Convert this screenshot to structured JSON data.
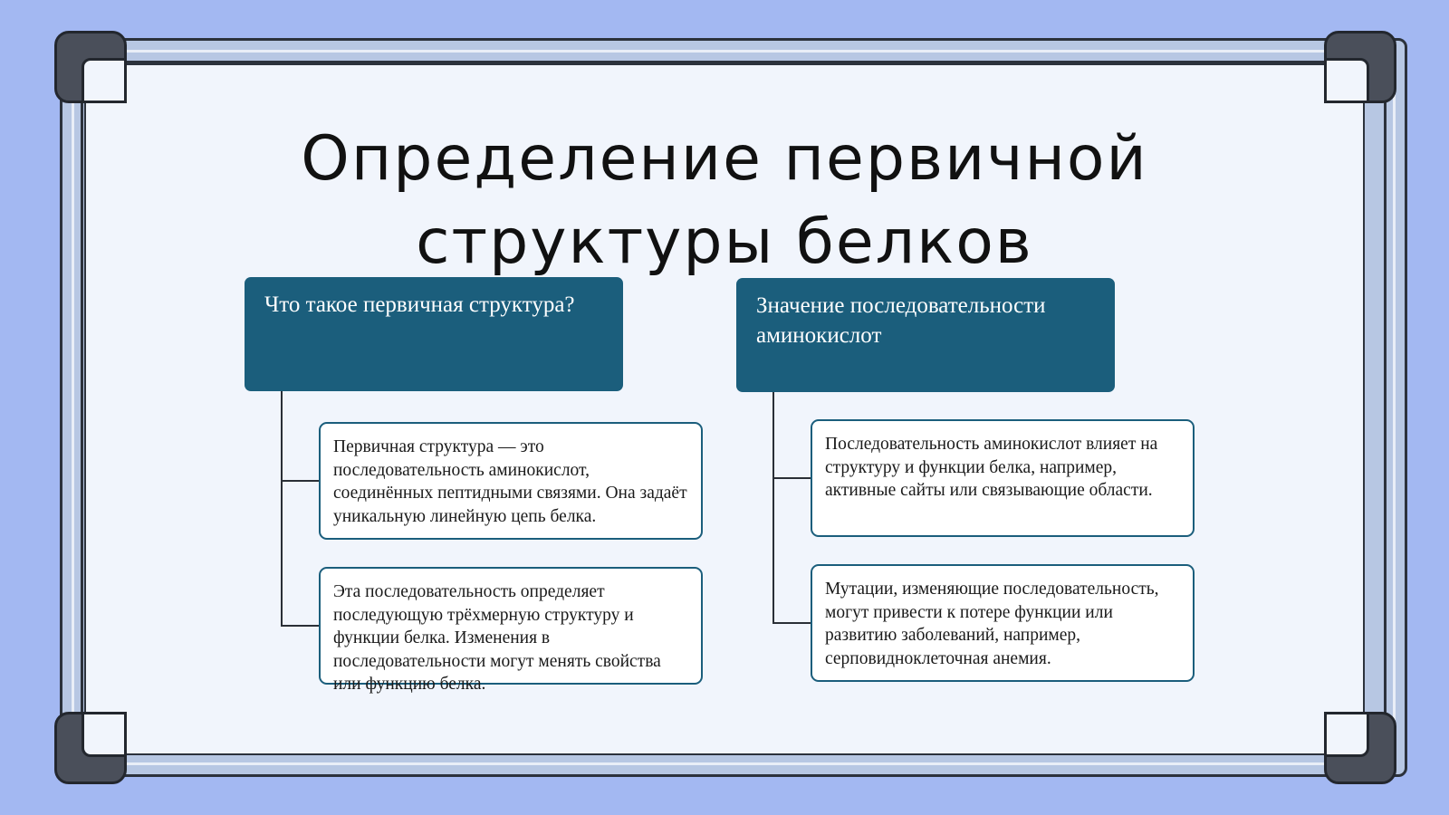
{
  "slide": {
    "title_line1": "Определение первичной",
    "title_line2": "структуры белков"
  },
  "columns": [
    {
      "heading": "Что такое первичная структура?",
      "cards": [
        "Первичная структура — это последовательность аминокислот, соединённых пептидными связями. Она задаёт уникальную линейную цепь белка.",
        "Эта последовательность определяет последующую трёхмерную структуру и функции белка. Изменения в последовательности могут менять свойства или функцию белка."
      ]
    },
    {
      "heading": "Значение последовательности аминокислот",
      "cards": [
        "Последовательность аминокислот влияет на структуру и функции белка, например, активные сайты или связывающие области.",
        "Мутации, изменяющие последовательность, могут привести к потере функции или развитию заболеваний, например, серповидноклеточная анемия."
      ]
    }
  ],
  "colors": {
    "background": "#a3b8f2",
    "board": "#f1f5fc",
    "header_fill": "#1b5e7c",
    "card_border": "#1b5e7c",
    "frame_dark": "#2c323c"
  }
}
